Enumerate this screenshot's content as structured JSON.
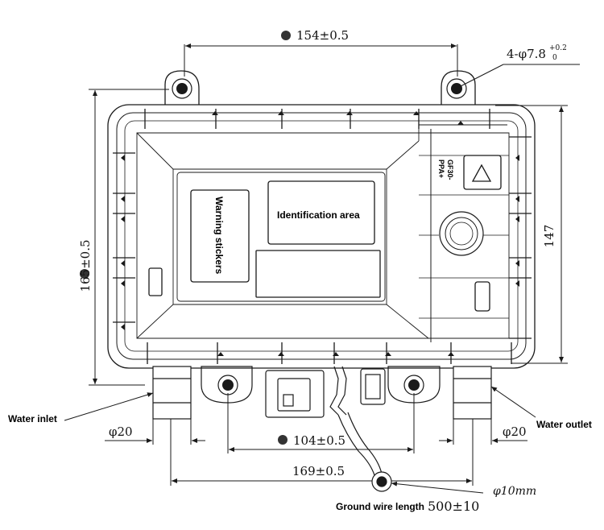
{
  "dimensions": {
    "top_width": "154±0.5",
    "hole_spec_prefix": "4-φ7.8",
    "hole_tol_upper": "+0.2",
    "hole_tol_lower": "0",
    "left_height": "165±0.5",
    "right_height": "147",
    "inlet_diameter": "φ20",
    "outlet_diameter": "φ20",
    "bottom_hole_spacing": "104±0.5",
    "bottom_width": "169±0.5",
    "ground_terminal": "φ10mm",
    "ground_wire_value": "500±10"
  },
  "labels": {
    "water_inlet": "Water inlet",
    "water_outlet": "Water outlet",
    "warning_stickers": "Warning stickers",
    "identification_area": "Identification area",
    "ground_wire_length": "Ground wire length",
    "ppa": "PPA+",
    "gf": "GF30-"
  },
  "colors": {
    "line": "#1a1a1a",
    "marker": "#333333",
    "background": "#ffffff"
  }
}
